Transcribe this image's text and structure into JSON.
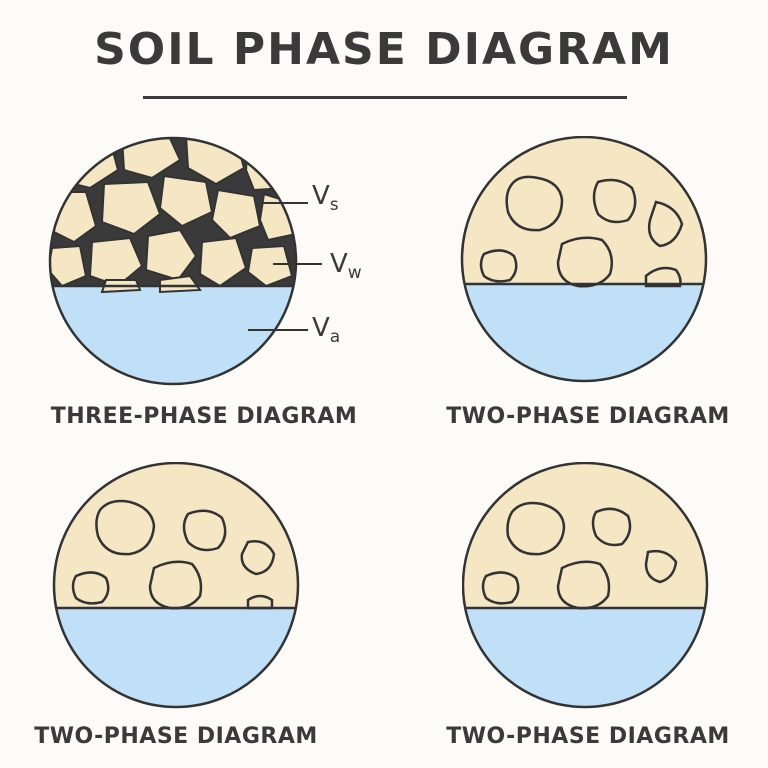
{
  "title": "SOIL PHASE DIAGRAM",
  "panels": [
    {
      "caption": "THREE-PHASE DIAGRAM",
      "labels": [
        {
          "base": "V",
          "sub": "s"
        },
        {
          "base": "V",
          "sub": "w"
        },
        {
          "base": "V",
          "sub": "a"
        }
      ]
    },
    {
      "caption": "TWO-PHASE DIAGRAM"
    },
    {
      "caption": "TWO-PHASE DIAGRAM"
    },
    {
      "caption": "TWO-PHASE DIAGRAM"
    }
  ],
  "colors": {
    "solids": "#f5e6c4",
    "water": "#bfe0f7",
    "outline": "#333333",
    "text": "#3a3a3a"
  }
}
